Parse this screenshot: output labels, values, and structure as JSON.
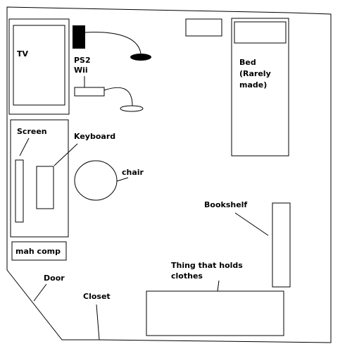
{
  "colors": {
    "background": "#ffffff",
    "ink": "#000000"
  },
  "labels": {
    "tv": "TV",
    "ps2": "PS2",
    "wii": "Wii",
    "bed_line1": "Bed",
    "bed_line2": "(Rarely",
    "bed_line3": "made)",
    "screen": "Screen",
    "keyboard": "Keyboard",
    "chair": "chair",
    "bookshelf": "Bookshelf",
    "computer": "mah comp",
    "door": "Door",
    "closet": "Closet",
    "clothes_line1": "Thing that holds",
    "clothes_line2": "clothes"
  }
}
